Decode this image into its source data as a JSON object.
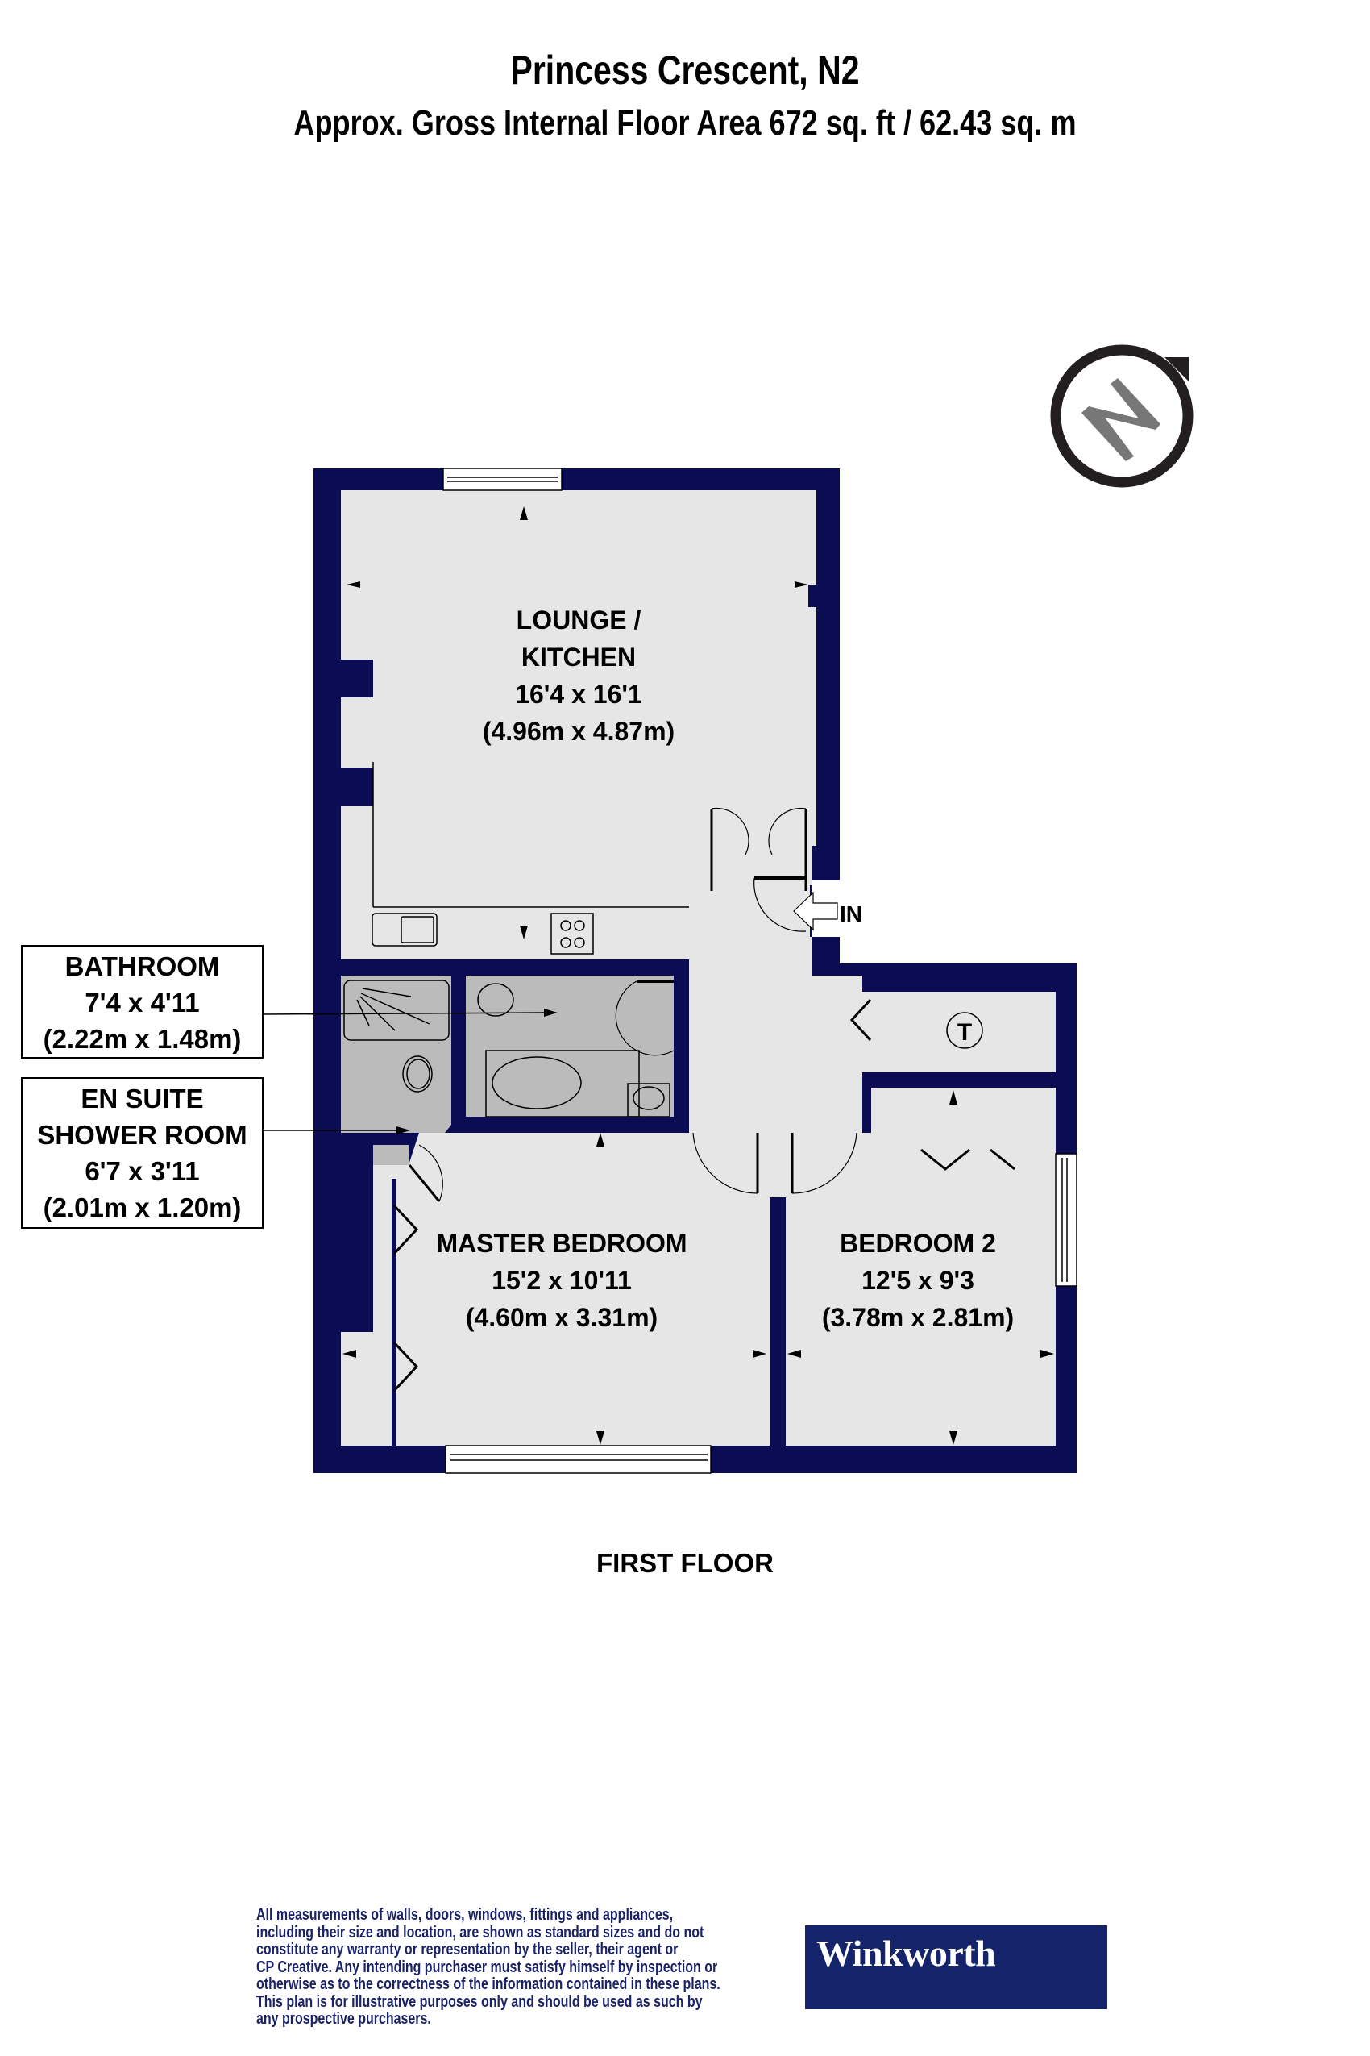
{
  "header": {
    "title": "Princess Crescent, N2",
    "subtitle": "Approx. Gross Internal Floor Area 672 sq. ft / 62.43 sq. m"
  },
  "compass": {
    "icon": "north-compass-icon",
    "letter": "N"
  },
  "colors": {
    "wall": "#0c0c55",
    "floor": "#e6e6e6",
    "wet_room_floor": "#bbbbbb",
    "logo_bg": "#15236a",
    "disclaimer_text": "#1a2366"
  },
  "rooms": {
    "lounge": {
      "name_line1": "LOUNGE /",
      "name_line2": "KITCHEN",
      "imperial": "16'4 x 16'1",
      "metric": "(4.96m x 4.87m)"
    },
    "master_bedroom": {
      "name": "MASTER BEDROOM",
      "imperial": "15'2 x 10'11",
      "metric": "(4.60m x 3.31m)"
    },
    "bedroom2": {
      "name": "BEDROOM 2",
      "imperial": "12'5 x 9'3",
      "metric": "(3.78m x 2.81m)"
    },
    "bathroom": {
      "name": "BATHROOM",
      "imperial": "7'4 x 4'11",
      "metric": "(2.22m x 1.48m)"
    },
    "ensuite": {
      "name_line1": "EN SUITE",
      "name_line2": "SHOWER ROOM",
      "imperial": "6'7 x 3'11",
      "metric": "(2.01m x 1.20m)"
    }
  },
  "entrance": {
    "label": "IN"
  },
  "cupboard": {
    "symbol": "T"
  },
  "floor_label": "FIRST FLOOR",
  "disclaimer": {
    "lines": [
      "All measurements of walls, doors, windows, fittings and appliances,",
      "including their size and location, are shown as standard sizes and do not",
      "constitute any warranty or representation by the seller, their agent or",
      "CP Creative. Any intending purchaser must satisfy himself by inspection or",
      "otherwise as to the correctness of the information contained in these plans.",
      "This plan is for illustrative purposes only and should be used as such by",
      "any prospective purchasers."
    ]
  },
  "logo": {
    "text": "Winkworth"
  }
}
